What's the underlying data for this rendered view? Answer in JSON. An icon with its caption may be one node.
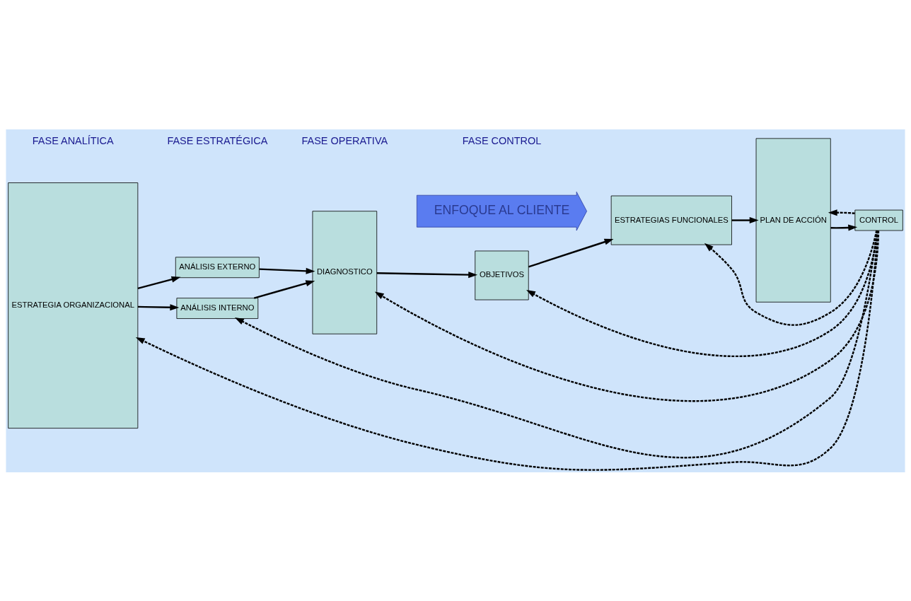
{
  "diagram": {
    "nodes": [
      {
        "text": [
          "ESTRATEGIA ORGANIZACIONAL"
        ]
      },
      {
        "text": [
          "ANÁLISIS EXTERNO"
        ]
      },
      {
        "text": [
          "ANÁLISIS INTERNO"
        ]
      },
      {
        "text": [
          "DIAGNOSTICO"
        ]
      },
      {
        "text": [
          "ENFOQUE AL CLIENTE"
        ]
      },
      {
        "text": [
          "OBJETIVOS"
        ]
      },
      {
        "text": [
          "ESTRATEGIAS FUNCIONALES"
        ]
      },
      {
        "text": [
          "PLAN DE ACCIÓN"
        ]
      },
      {
        "text": [
          "CONTROL"
        ]
      }
    ],
    "edges": [
      {
        "from": 0,
        "to": 1,
        "arrow": "to"
      },
      {
        "from": 0,
        "to": 2,
        "arrow": "to"
      },
      {
        "from": 1,
        "to": 3,
        "arrow": "to"
      },
      {
        "from": 2,
        "to": 3,
        "arrow": "to"
      },
      {
        "from": 3,
        "to": 5,
        "arrow": "to"
      },
      {
        "from": 5,
        "to": 6,
        "arrow": "to"
      },
      {
        "from": 6,
        "to": 7,
        "arrow": "to"
      },
      {
        "from": 7,
        "to": 8,
        "arrow": "to"
      },
      {
        "from": 8,
        "to": 0,
        "arrow": "to",
        "style": "dashed"
      },
      {
        "from": 8,
        "to": 2,
        "arrow": "to",
        "style": "dashed"
      },
      {
        "from": 8,
        "to": 3,
        "arrow": "to",
        "style": "dashed"
      },
      {
        "from": 8,
        "to": 5,
        "arrow": "to",
        "style": "dashed"
      },
      {
        "from": 8,
        "to": 6,
        "arrow": "to",
        "style": "dashed"
      },
      {
        "from": 8,
        "to": 7,
        "arrow": "to",
        "style": "dashed"
      }
    ],
    "labels": [
      "FASE ANALÍTICA",
      "FASE ESTRATÉGICA",
      "FASE OPERATIVA",
      "FASE CONTROL"
    ]
  }
}
